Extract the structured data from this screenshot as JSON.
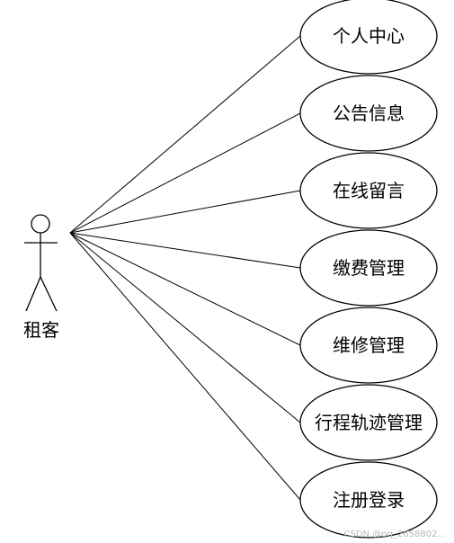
{
  "actor": {
    "label": "租客"
  },
  "use_cases": [
    {
      "label": "个人中心"
    },
    {
      "label": "公告信息"
    },
    {
      "label": "在线留言"
    },
    {
      "label": "缴费管理"
    },
    {
      "label": "维修管理"
    },
    {
      "label": "行程轨迹管理"
    },
    {
      "label": "注册登录"
    }
  ],
  "watermark": "CSDN @qq_2658802..."
}
